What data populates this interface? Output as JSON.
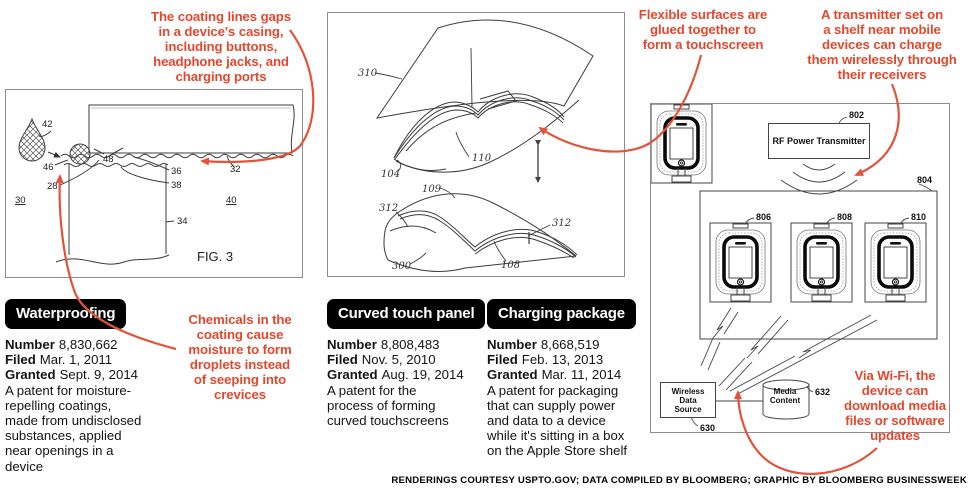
{
  "colors": {
    "accent": "#e2482e",
    "arrow": "#e3523a",
    "line_art": "#3c3c3c"
  },
  "annotations": {
    "coating": "The coating lines gaps\nin a device's casing,\nincluding buttons,\nheadphone jacks, and\ncharging ports",
    "chemicals": "Chemicals in the\ncoating cause\nmoisture to form\ndroplets instead\nof seeping into\ncrevices",
    "flexible": "Flexible surfaces are\nglued together to\nform a touchscreen",
    "transmitter": "A transmitter set on\na shelf near mobile\ndevices can charge\nthem wirelessly through\ntheir receivers",
    "wifi": "Via Wi-Fi, the\ndevice can\ndownload media\nfiles or software\nupdates"
  },
  "field_labels": {
    "number": "Number",
    "filed": "Filed",
    "granted": "Granted"
  },
  "patents": [
    {
      "title": "Waterproofing",
      "number": "8,830,662",
      "filed": "Mar. 1, 2011",
      "granted": "Sept. 9, 2014",
      "description": "A patent for moisture-\nrepelling coatings,\nmade from undisclosed\nsubstances, applied\nnear openings in a\ndevice"
    },
    {
      "title": "Curved touch panel",
      "number": "8,808,483",
      "filed": "Nov. 5, 2010",
      "granted": "Aug. 19, 2014",
      "description": "A patent for the\nprocess of forming\ncurved touchscreens"
    },
    {
      "title": "Charging package",
      "number": "8,668,519",
      "filed": "Feb. 13, 2013",
      "granted": "Mar. 11, 2014",
      "description": "A patent for packaging\nthat can supply power\nand data to a device\nwhile it's sitting in a box\non the Apple Store shelf"
    }
  ],
  "fig_waterproofing": {
    "caption": "FIG. 3",
    "labels": [
      "42",
      "46",
      "28",
      "30",
      "48",
      "36",
      "38",
      "34",
      "32",
      "40"
    ]
  },
  "fig_touch": {
    "labels": [
      "310",
      "104",
      "110",
      "109",
      "312",
      "312",
      "300",
      "108"
    ]
  },
  "fig_charging": {
    "labels": [
      "802",
      "804",
      "806",
      "808",
      "810",
      "630",
      "632"
    ],
    "transmitter_box": "RF Power Transmitter",
    "wireless_source": "Wireless\nData\nSource",
    "media_content": "Media\nContent"
  },
  "credit": "RENDERINGS COURTESY USPTO.GOV; DATA COMPILED BY BLOOMBERG; GRAPHIC BY BLOOMBERG BUSINESSWEEK"
}
